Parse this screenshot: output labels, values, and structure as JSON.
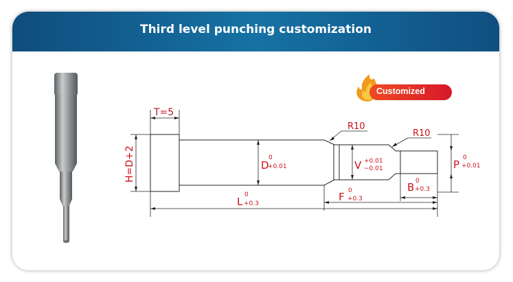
{
  "header": {
    "title": "Third level punching customization"
  },
  "badge": {
    "label": "Customized"
  },
  "drawing": {
    "T": "T=5",
    "H": "H=D+2",
    "D": {
      "letter": "D",
      "upper": "0",
      "lower": "+0.01"
    },
    "V": {
      "letter": "V",
      "upper": "+0.01",
      "lower": "−0.01"
    },
    "P": {
      "letter": "P",
      "upper": "0",
      "lower": "+0.01"
    },
    "L": {
      "letter": "L",
      "upper": "0",
      "lower": "+0.3"
    },
    "F": {
      "letter": "F",
      "upper": "0",
      "lower": "+0.3"
    },
    "B": {
      "letter": "B",
      "upper": "0",
      "lower": "+0.3"
    },
    "R1": "R10",
    "R2": "R10"
  },
  "colors": {
    "header": "#1672a4",
    "dimension_ink": "#c8101a",
    "badge": "#e23424"
  }
}
